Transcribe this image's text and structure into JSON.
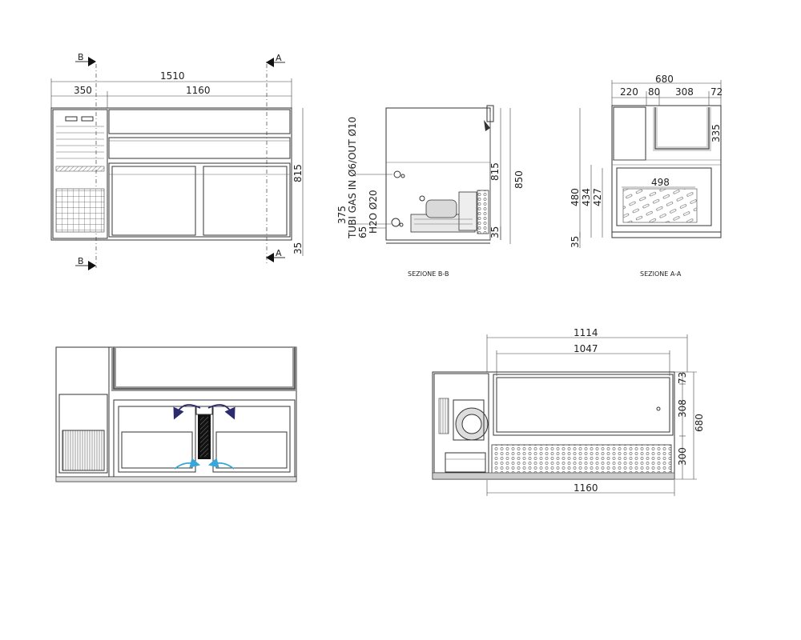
{
  "section_marks": {
    "b": "B",
    "a": "A"
  },
  "front_view": {
    "dims": {
      "total_width": "1510",
      "left_width": "350",
      "right_width": "1160",
      "height": "815",
      "base": "35"
    }
  },
  "section_bb": {
    "caption": "SEZIONE B-B",
    "labels": {
      "gas_tubes": "TUBI GAS IN Ø6/OUT Ø10",
      "water": "H2O Ø20"
    },
    "dims": {
      "h375": "375",
      "h65": "65",
      "h815": "815",
      "h850": "850",
      "h35": "35"
    }
  },
  "section_aa": {
    "caption": "SEZIONE A-A",
    "dims": {
      "w680": "680",
      "w220": "220",
      "w80": "80",
      "w308": "308",
      "w72": "72",
      "h335": "335",
      "w498": "498",
      "h480": "480",
      "h434": "434",
      "h427": "427",
      "h35": "35"
    }
  },
  "plan_view": {
    "dims": {
      "w1114": "1114",
      "w1047": "1047",
      "w1160": "1160",
      "h73": "73",
      "h308": "308",
      "h300": "300",
      "h680": "680"
    }
  },
  "colors": {
    "line": "#333333",
    "accent_arrow": "#2b2b6e",
    "air_flow": "#37a6d8"
  }
}
